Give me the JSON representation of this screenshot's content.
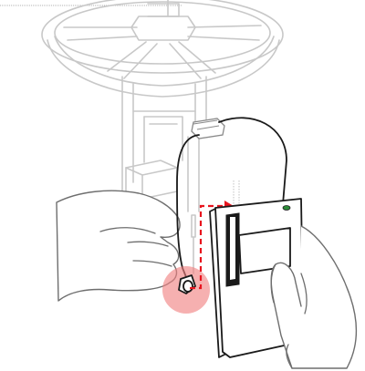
{
  "colors": {
    "background": "#ffffff",
    "faded_machine": "#c8c8c8",
    "ink": "#1a1a1a",
    "hand_outline": "#6e6e6e",
    "highlight": "#f08080",
    "arrow": "#e8141e",
    "indicator": "#2e8b3a"
  },
  "icons": {
    "highlight_marker": "pink-circle-highlight",
    "direction_arrow": "red-dashed-arrow",
    "status_light": "green-indicator-dot"
  }
}
